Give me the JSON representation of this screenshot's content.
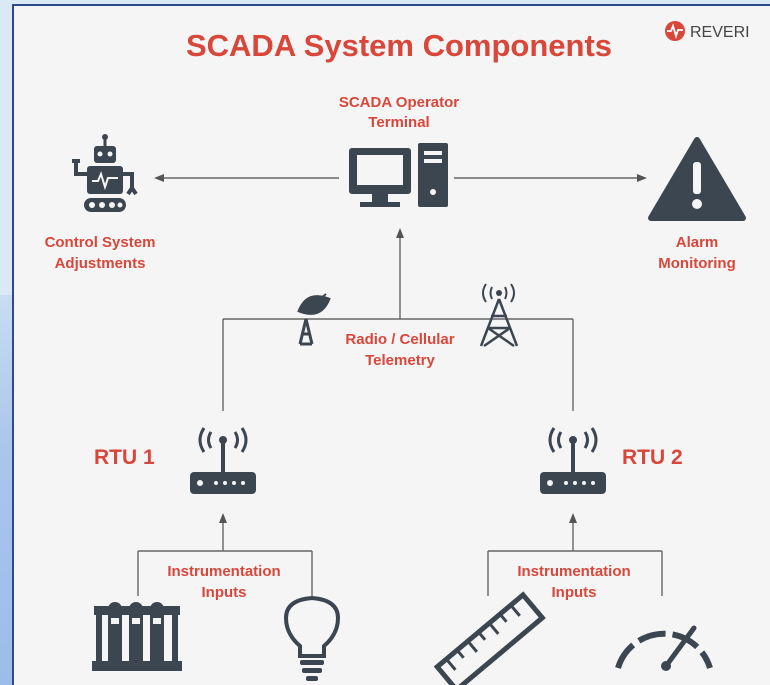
{
  "title": "SCADA System Components",
  "brand": {
    "name": "REVERI",
    "accent": "#d9463a"
  },
  "operator": {
    "line1": "SCADA Operator",
    "line2": "Terminal"
  },
  "left": {
    "line1": "Control System",
    "line2": "Adjustments"
  },
  "right": {
    "line1": "Alarm",
    "line2": "Monitoring"
  },
  "telemetry": {
    "line1": "Radio / Cellular",
    "line2": "Telemetry"
  },
  "rtu1": {
    "label": "RTU 1"
  },
  "rtu2": {
    "label": "RTU 2"
  },
  "inputs_left": {
    "line1": "Instrumentation",
    "line2": "Inputs"
  },
  "inputs_right": {
    "line1": "Instrumentation",
    "line2": "Inputs"
  },
  "icons": {
    "robot": "robot-icon",
    "computer": "computer-icon",
    "alarm": "warning-icon",
    "satellite": "satellite-dish-icon",
    "tower": "radio-tower-icon",
    "router": "wireless-router-icon",
    "test_tubes": "test-tubes-icon",
    "bulb": "light-bulb-icon",
    "ruler": "ruler-icon",
    "gauge": "speedometer-icon"
  },
  "colors": {
    "label_red": "#d9463a",
    "icon_dark": "#3c4651",
    "background": "#f5f5f5"
  }
}
